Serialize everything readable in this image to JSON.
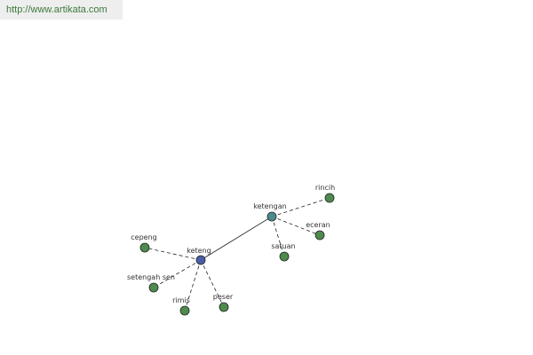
{
  "header": {
    "url": "http://www.artikata.com"
  },
  "colors": {
    "root_node": "#4a5fa8",
    "hub_node": "#4d8a8f",
    "leaf_node": "#4f8a4f",
    "edge": "#222222",
    "url_text": "#3a7a3a"
  },
  "graph": {
    "nodes": [
      {
        "id": "keteng",
        "label": "keteng",
        "kind": "root"
      },
      {
        "id": "ketengan",
        "label": "ketengan",
        "kind": "hub"
      },
      {
        "id": "rincih",
        "label": "rincih",
        "kind": "leaf"
      },
      {
        "id": "eceran",
        "label": "eceran",
        "kind": "leaf"
      },
      {
        "id": "satuan",
        "label": "satuan",
        "kind": "leaf"
      },
      {
        "id": "cepeng",
        "label": "cepeng",
        "kind": "leaf"
      },
      {
        "id": "setengah-sen",
        "label": "setengah sen",
        "kind": "leaf"
      },
      {
        "id": "rimis",
        "label": "rimis",
        "kind": "leaf"
      },
      {
        "id": "peser",
        "label": "peser",
        "kind": "leaf"
      }
    ],
    "edges": [
      {
        "from": "keteng",
        "to": "ketengan",
        "style": "solid"
      },
      {
        "from": "ketengan",
        "to": "rincih",
        "style": "dashed"
      },
      {
        "from": "ketengan",
        "to": "eceran",
        "style": "dashed"
      },
      {
        "from": "ketengan",
        "to": "satuan",
        "style": "dashed"
      },
      {
        "from": "keteng",
        "to": "cepeng",
        "style": "dashed"
      },
      {
        "from": "keteng",
        "to": "setengah-sen",
        "style": "dashed"
      },
      {
        "from": "keteng",
        "to": "rimis",
        "style": "dashed"
      },
      {
        "from": "keteng",
        "to": "peser",
        "style": "dashed"
      }
    ]
  }
}
